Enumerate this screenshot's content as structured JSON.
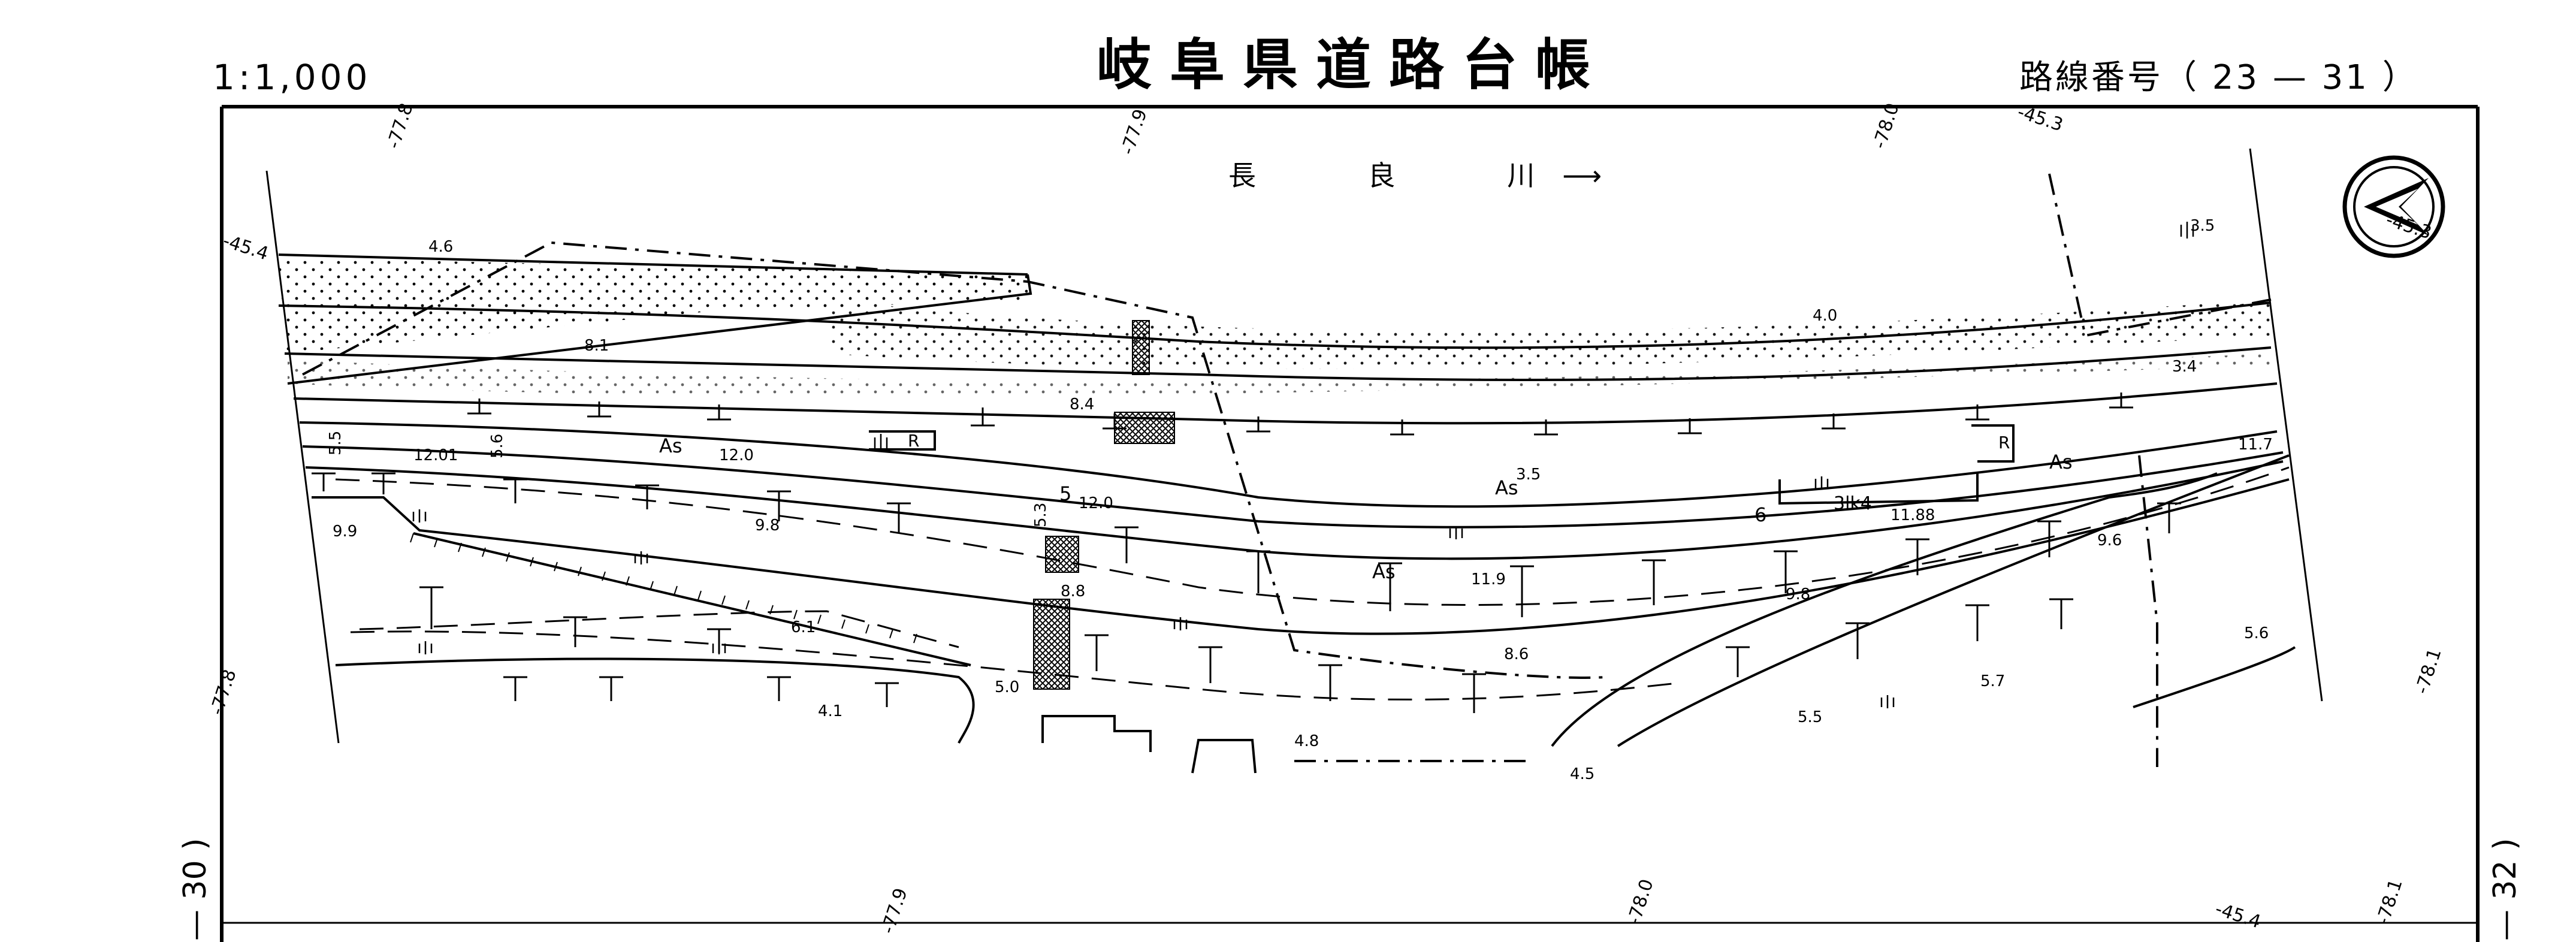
{
  "header": {
    "title": "岐阜県道路台帳",
    "scale": "1:1,000",
    "route_number": "路線番号（ 23 — 31 ）"
  },
  "river": {
    "label": "長 良 川",
    "arrow": "⟶"
  },
  "sheet_refs": {
    "left": "— 30 )",
    "right": "— 32 )"
  },
  "grid_labels": [
    "-77.8",
    "-77.9",
    "-78.0",
    "-78.1",
    "-45.4",
    "-45.3",
    "-45.3",
    "-45.4",
    "-77.8",
    "-77.9",
    "-78.0",
    "-78.1"
  ],
  "elevations": [
    "4.6",
    "8.1",
    "8.4",
    "4.0",
    "3.5",
    "3.4",
    "11.7",
    "12.01",
    "12.0",
    "12.0",
    "3.5",
    "11.88",
    "9.9",
    "9.8",
    "8.8",
    "11.9",
    "9.6",
    "9.8",
    "8.6",
    "6.1",
    "5.0",
    "4.1",
    "4.8",
    "4.5",
    "5.5",
    "5.7",
    "5.6"
  ],
  "surface_labels": [
    "As",
    "As",
    "As",
    "As"
  ],
  "symbols": [
    "R",
    "R",
    "6",
    "5",
    "3lk4",
    "5.5",
    "5.6",
    "5.3"
  ],
  "colors": {
    "ink": "#000000",
    "paper": "#ffffff"
  }
}
